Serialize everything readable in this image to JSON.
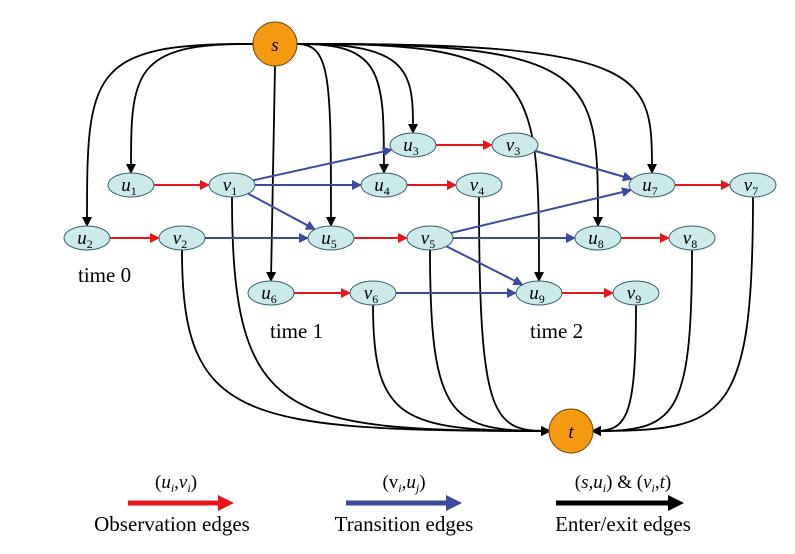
{
  "colors": {
    "observation": "#e8161b",
    "transition": "#3a4a9c",
    "enter_exit": "#000000",
    "node_fill": "#cdeaea",
    "terminal_fill": "#f59a10"
  },
  "nodes": [
    {
      "id": "s",
      "base": "s",
      "sub": "",
      "kind": "terminal"
    },
    {
      "id": "t",
      "base": "t",
      "sub": "",
      "kind": "terminal"
    },
    {
      "id": "u1",
      "base": "u",
      "sub": "1",
      "kind": "state"
    },
    {
      "id": "v1",
      "base": "v",
      "sub": "1",
      "kind": "state"
    },
    {
      "id": "u2",
      "base": "u",
      "sub": "2",
      "kind": "state"
    },
    {
      "id": "v2",
      "base": "v",
      "sub": "2",
      "kind": "state"
    },
    {
      "id": "u3",
      "base": "u",
      "sub": "3",
      "kind": "state"
    },
    {
      "id": "v3",
      "base": "v",
      "sub": "3",
      "kind": "state"
    },
    {
      "id": "u4",
      "base": "u",
      "sub": "4",
      "kind": "state"
    },
    {
      "id": "v4",
      "base": "v",
      "sub": "4",
      "kind": "state"
    },
    {
      "id": "u5",
      "base": "u",
      "sub": "5",
      "kind": "state"
    },
    {
      "id": "v5",
      "base": "v",
      "sub": "5",
      "kind": "state"
    },
    {
      "id": "u6",
      "base": "u",
      "sub": "6",
      "kind": "state"
    },
    {
      "id": "v6",
      "base": "v",
      "sub": "6",
      "kind": "state"
    },
    {
      "id": "u7",
      "base": "u",
      "sub": "7",
      "kind": "state"
    },
    {
      "id": "v7",
      "base": "v",
      "sub": "7",
      "kind": "state"
    },
    {
      "id": "u8",
      "base": "u",
      "sub": "8",
      "kind": "state"
    },
    {
      "id": "v8",
      "base": "v",
      "sub": "8",
      "kind": "state"
    },
    {
      "id": "u9",
      "base": "u",
      "sub": "9",
      "kind": "state"
    },
    {
      "id": "v9",
      "base": "v",
      "sub": "9",
      "kind": "state"
    }
  ],
  "edges": {
    "observation": [
      [
        "u1",
        "v1"
      ],
      [
        "u2",
        "v2"
      ],
      [
        "u3",
        "v3"
      ],
      [
        "u4",
        "v4"
      ],
      [
        "u5",
        "v5"
      ],
      [
        "u6",
        "v6"
      ],
      [
        "u7",
        "v7"
      ],
      [
        "u8",
        "v8"
      ],
      [
        "u9",
        "v9"
      ]
    ],
    "transition": [
      [
        "v1",
        "u3"
      ],
      [
        "v1",
        "u4"
      ],
      [
        "v1",
        "u5"
      ],
      [
        "v2",
        "u5"
      ],
      [
        "v3",
        "u7"
      ],
      [
        "v5",
        "u7"
      ],
      [
        "v5",
        "u8"
      ],
      [
        "v5",
        "u9"
      ],
      [
        "v6",
        "u9"
      ]
    ],
    "enter": [
      "u1",
      "u2",
      "u3",
      "u4",
      "u5",
      "u6",
      "u7",
      "u8",
      "u9"
    ],
    "exit": [
      "v1",
      "v2",
      "v4",
      "v5",
      "v6",
      "v7",
      "v8",
      "v9"
    ]
  },
  "time_labels": [
    "time 0",
    "time 1",
    "time 2"
  ],
  "legend": [
    {
      "kind": "observation",
      "formula": "(ui,vi)",
      "title": "Observation edges"
    },
    {
      "kind": "transition",
      "formula": "(vi,uj)",
      "title": "Transition edges"
    },
    {
      "kind": "enter_exit",
      "formula": "(s,ui) & (vi,t)",
      "title": "Enter/exit edges"
    }
  ]
}
